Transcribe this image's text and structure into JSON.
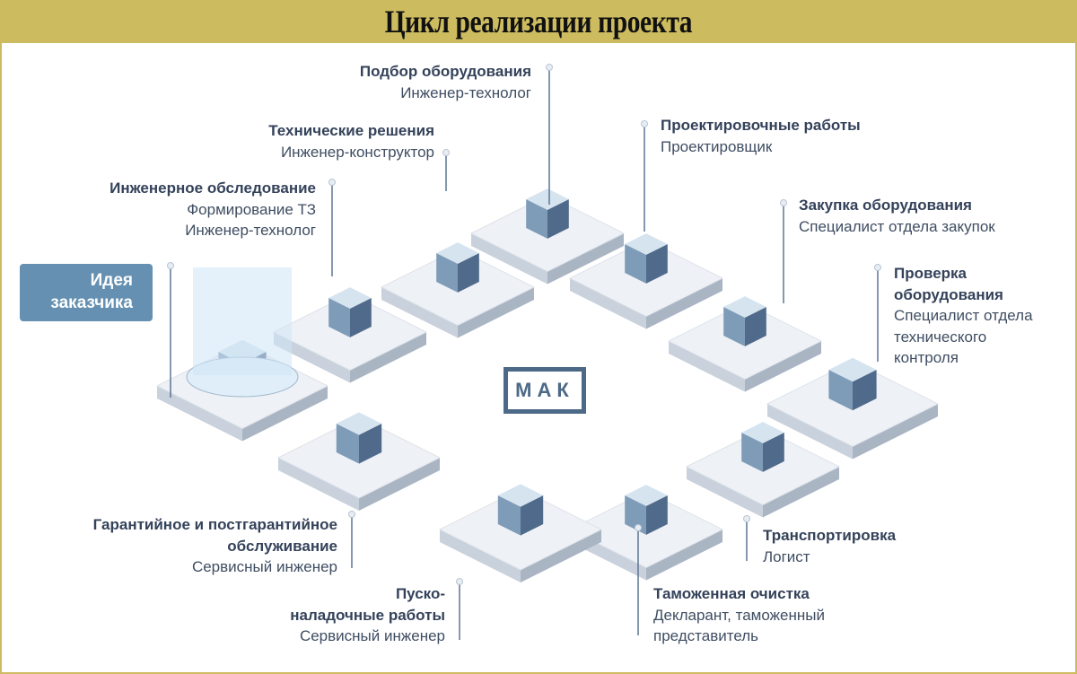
{
  "header": {
    "title": "Цикл реализации проекта"
  },
  "logo_text": "МАК",
  "idea": {
    "line1": "Идея",
    "line2": "заказчика"
  },
  "stages": {
    "equipment_selection": {
      "title": "Подбор оборудования",
      "role": "Инженер-технолог"
    },
    "technical_solutions": {
      "title": "Технические решения",
      "role": "Инженер-конструктор"
    },
    "engineering_survey": {
      "title": "Инженерное обследование",
      "sub": "Формирование ТЗ",
      "role": "Инженер-технолог"
    },
    "design_work": {
      "title": "Проектировочные работы",
      "role": "Проектировщик"
    },
    "procurement": {
      "title": "Закупка оборудования",
      "role": "Специалист отдела закупок"
    },
    "inspection": {
      "title1": "Проверка",
      "title2": "оборудования",
      "role1": "Специалист отдела",
      "role2": "технического",
      "role3": "контроля"
    },
    "transportation": {
      "title": "Транспортировка",
      "role": "Логист"
    },
    "customs": {
      "title": "Таможенная очистка",
      "role1": "Декларант, таможенный",
      "role2": "представитель"
    },
    "commissioning": {
      "title1": "Пуско-",
      "title2": "наладочные работы",
      "role": "Сервисный инженер"
    },
    "warranty": {
      "title1": "Гарантийное и постгарантийное",
      "title2": "обслуживание",
      "role": "Сервисный инженер"
    }
  },
  "colors": {
    "header": "#cdbc5f",
    "accent": "#6590b1",
    "text": "#3f4d62",
    "logo": "#4c6a87"
  }
}
